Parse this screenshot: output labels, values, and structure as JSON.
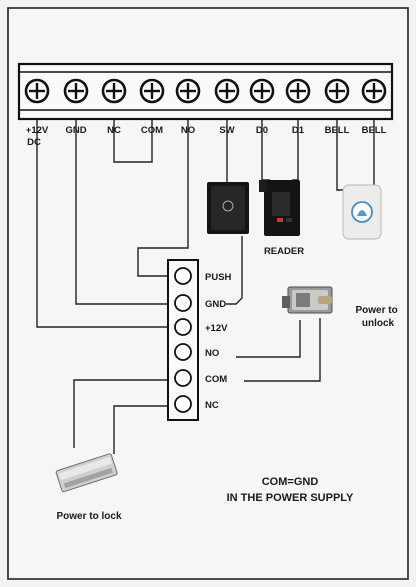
{
  "terminals": [
    {
      "label": "+12V",
      "sub": "DC"
    },
    {
      "label": "GND"
    },
    {
      "label": "NC"
    },
    {
      "label": "COM"
    },
    {
      "label": "NO"
    },
    {
      "label": "SW"
    },
    {
      "label": "D0"
    },
    {
      "label": "D1"
    },
    {
      "label": "BELL"
    },
    {
      "label": "BELL"
    }
  ],
  "power_terminals": [
    "PUSH",
    "GND",
    "+12V",
    "NO",
    "COM",
    "NC"
  ],
  "labels": {
    "reader": "READER",
    "power_to_unlock": "Power to unlock",
    "power_to_lock": "Power to lock",
    "note_line1": "COM=GND",
    "note_line2": "IN THE POWER SUPPLY"
  },
  "devices": {
    "exit_button": "exit-button",
    "card_reader": "card-reader",
    "doorbell": "doorbell",
    "electric_strike": "electric-lock",
    "magnetic_lock": "magnetic-lock"
  }
}
